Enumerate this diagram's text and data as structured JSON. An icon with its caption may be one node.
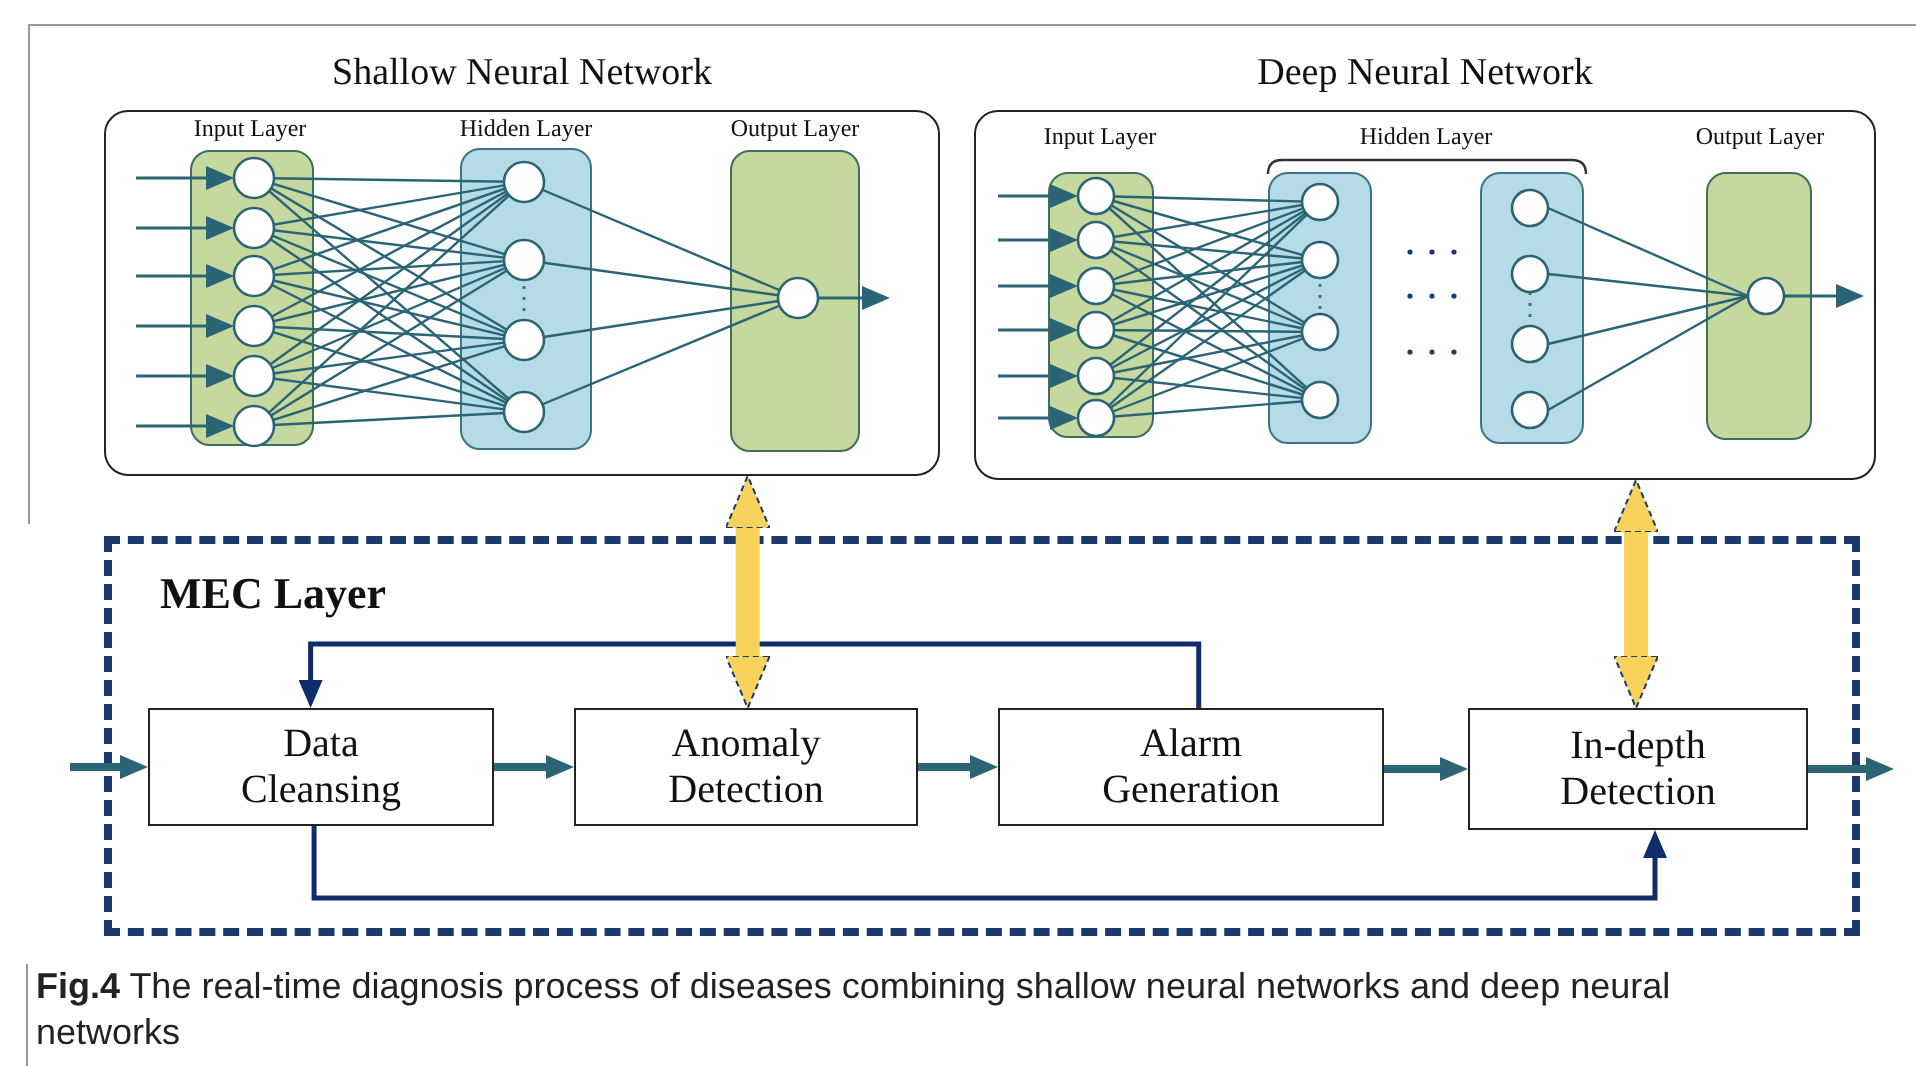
{
  "diagram": {
    "caption": "**Fig.4** The real-time diagnosis process of diseases combining shallow neural networks and deep neural networks",
    "nodes": [
      {
        "text": [
          "Shallow Neural Network"
        ]
      },
      {
        "text": [
          "Input Layer"
        ],
        "in": 0
      },
      {
        "text": [
          "Hidden Layer"
        ],
        "in": 0
      },
      {
        "text": [
          "Output Layer"
        ],
        "in": 0
      },
      {
        "text": [
          "Deep Neural Network"
        ]
      },
      {
        "text": [
          "Input Layer"
        ],
        "in": 4
      },
      {
        "text": [
          "Hidden Layer"
        ],
        "in": 4
      },
      {
        "text": [
          "Output Layer"
        ],
        "in": 4
      },
      {
        "text": [
          "MEC Layer"
        ]
      },
      {
        "text": [
          "Data Cleansing"
        ],
        "in": 8
      },
      {
        "text": [
          "Anomaly Detection"
        ],
        "in": 8
      },
      {
        "text": [
          "Alarm Generation"
        ],
        "in": 8
      },
      {
        "text": [
          "In-depth Detection"
        ],
        "in": 8
      }
    ],
    "edges": [
      {
        "from": null,
        "to": 9,
        "arrow": "to"
      },
      {
        "from": 9,
        "to": 10,
        "arrow": "to"
      },
      {
        "from": 10,
        "to": 11,
        "arrow": "to"
      },
      {
        "from": 11,
        "to": 12,
        "arrow": "to"
      },
      {
        "from": 12,
        "to": null,
        "arrow": "to"
      },
      {
        "from": 11,
        "to": 9,
        "arrow": "to",
        "color": "#0f2d6b"
      },
      {
        "from": 9,
        "to": 12,
        "arrow": "to",
        "color": "#0f2d6b"
      },
      {
        "from": 0,
        "to": 10,
        "arrow": "both",
        "style": "thick",
        "color": "#f9d25c"
      },
      {
        "from": 4,
        "to": 12,
        "arrow": "both",
        "style": "thick",
        "color": "#f9d25c"
      }
    ]
  }
}
